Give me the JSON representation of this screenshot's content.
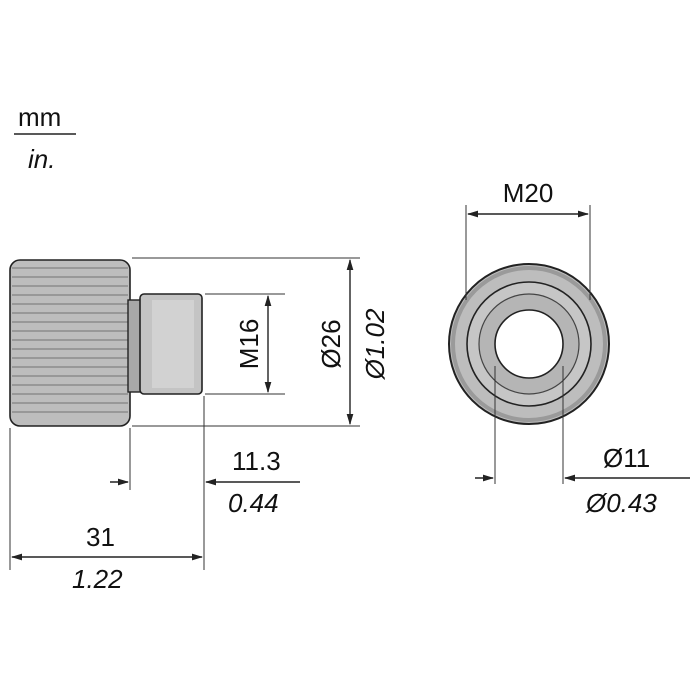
{
  "units": {
    "primary": "mm",
    "secondary": "in."
  },
  "side_view": {
    "thread_label": "M16",
    "outer_diameter_mm": "Ø26",
    "outer_diameter_in": "Ø1.02",
    "thread_length_mm": "11.3",
    "thread_length_in": "0.44",
    "total_length_mm": "31",
    "total_length_in": "1.22"
  },
  "front_view": {
    "thread_label": "M20",
    "bore_diameter_mm": "Ø11",
    "bore_diameter_in": "Ø0.43"
  },
  "colors": {
    "body_fill": "#bdbdbd",
    "body_shade": "#9a9a9a",
    "line": "#222222",
    "bore": "#ffffff"
  }
}
